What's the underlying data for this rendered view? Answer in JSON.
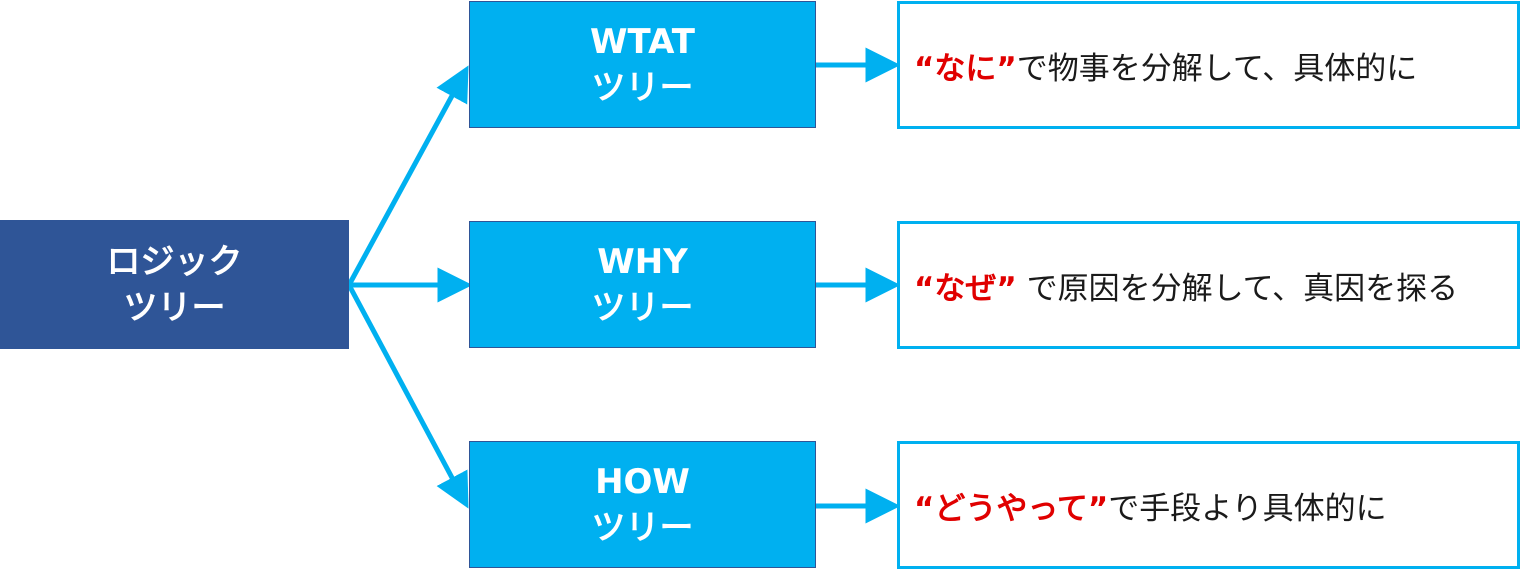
{
  "root": {
    "line1": "ロジック",
    "line2": "ツリー"
  },
  "branches": [
    {
      "title": "WTAT",
      "subtitle": "ツリー",
      "keyword": "“なに”",
      "text": "で物事を分解して、具体的に"
    },
    {
      "title": "WHY",
      "subtitle": "ツリー",
      "keyword": "“なぜ”",
      "text": " で原因を分解して、真因を探る"
    },
    {
      "title": "HOW",
      "subtitle": "ツリー",
      "keyword": "“どうやって”",
      "text": "で手段より具体的に"
    }
  ],
  "colors": {
    "root_fill": "#2f5597",
    "branch_fill": "#00b0f0",
    "connector": "#00b0f0",
    "keyword": "#e00000",
    "desc_border": "#00b0f0"
  }
}
